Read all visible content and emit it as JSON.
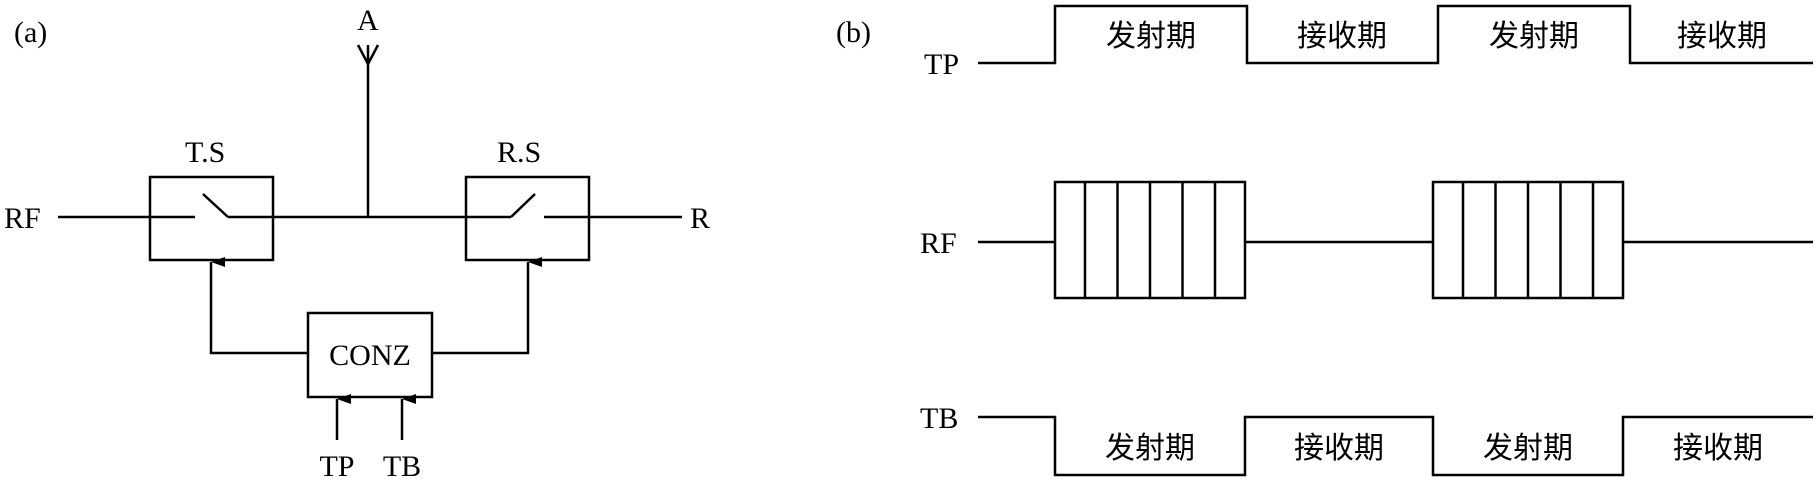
{
  "panel_a": {
    "label": "(a)",
    "antenna_label": "A",
    "input_label": "RF",
    "output_label": "R",
    "transmit_switch_label": "T.S",
    "receive_switch_label": "R.S",
    "controller_label": "CONZ",
    "controller_inputs": [
      "TP",
      "TB"
    ]
  },
  "panel_b": {
    "label": "(b)",
    "signals": [
      {
        "name": "TP",
        "segments": [
          "发射期",
          "接收期",
          "发射期",
          "接收期"
        ]
      },
      {
        "name": "RF",
        "bursts": 2,
        "cells_per_burst": 6
      },
      {
        "name": "TB",
        "segments": [
          "发射期",
          "接收期",
          "发射期",
          "接收期"
        ]
      }
    ]
  }
}
